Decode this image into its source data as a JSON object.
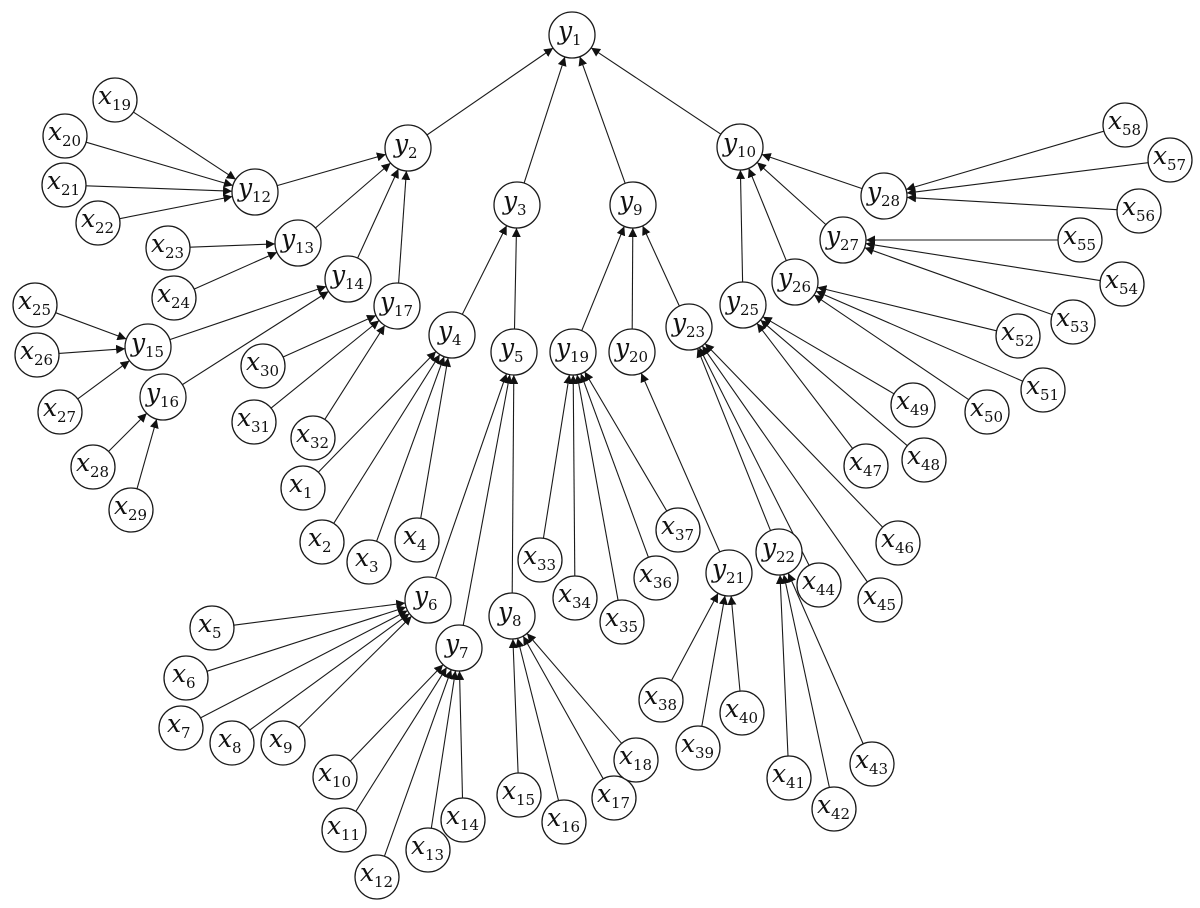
{
  "nodes": [
    {
      "id": "y1",
      "var": "y",
      "sub": "1"
    },
    {
      "id": "y2",
      "var": "y",
      "sub": "2"
    },
    {
      "id": "y3",
      "var": "y",
      "sub": "3"
    },
    {
      "id": "y4",
      "var": "y",
      "sub": "4"
    },
    {
      "id": "y5",
      "var": "y",
      "sub": "5"
    },
    {
      "id": "y6",
      "var": "y",
      "sub": "6"
    },
    {
      "id": "y7",
      "var": "y",
      "sub": "7"
    },
    {
      "id": "y8",
      "var": "y",
      "sub": "8"
    },
    {
      "id": "y9",
      "var": "y",
      "sub": "9"
    },
    {
      "id": "y10",
      "var": "y",
      "sub": "10"
    },
    {
      "id": "y12",
      "var": "y",
      "sub": "12"
    },
    {
      "id": "y13",
      "var": "y",
      "sub": "13"
    },
    {
      "id": "y14",
      "var": "y",
      "sub": "14"
    },
    {
      "id": "y15",
      "var": "y",
      "sub": "15"
    },
    {
      "id": "y16",
      "var": "y",
      "sub": "16"
    },
    {
      "id": "y17",
      "var": "y",
      "sub": "17"
    },
    {
      "id": "y19",
      "var": "y",
      "sub": "19"
    },
    {
      "id": "y20",
      "var": "y",
      "sub": "20"
    },
    {
      "id": "y21",
      "var": "y",
      "sub": "21"
    },
    {
      "id": "y22",
      "var": "y",
      "sub": "22"
    },
    {
      "id": "y23",
      "var": "y",
      "sub": "23"
    },
    {
      "id": "y25",
      "var": "y",
      "sub": "25"
    },
    {
      "id": "y26",
      "var": "y",
      "sub": "26"
    },
    {
      "id": "y27",
      "var": "y",
      "sub": "27"
    },
    {
      "id": "y28",
      "var": "y",
      "sub": "28"
    },
    {
      "id": "x1",
      "var": "x",
      "sub": "1"
    },
    {
      "id": "x2",
      "var": "x",
      "sub": "2"
    },
    {
      "id": "x3",
      "var": "x",
      "sub": "3"
    },
    {
      "id": "x4",
      "var": "x",
      "sub": "4"
    },
    {
      "id": "x5",
      "var": "x",
      "sub": "5"
    },
    {
      "id": "x6",
      "var": "x",
      "sub": "6"
    },
    {
      "id": "x7",
      "var": "x",
      "sub": "7"
    },
    {
      "id": "x8",
      "var": "x",
      "sub": "8"
    },
    {
      "id": "x9",
      "var": "x",
      "sub": "9"
    },
    {
      "id": "x10",
      "var": "x",
      "sub": "10"
    },
    {
      "id": "x11",
      "var": "x",
      "sub": "11"
    },
    {
      "id": "x12",
      "var": "x",
      "sub": "12"
    },
    {
      "id": "x13",
      "var": "x",
      "sub": "13"
    },
    {
      "id": "x14",
      "var": "x",
      "sub": "14"
    },
    {
      "id": "x15",
      "var": "x",
      "sub": "15"
    },
    {
      "id": "x16",
      "var": "x",
      "sub": "16"
    },
    {
      "id": "x17",
      "var": "x",
      "sub": "17"
    },
    {
      "id": "x18",
      "var": "x",
      "sub": "18"
    },
    {
      "id": "x19",
      "var": "x",
      "sub": "19"
    },
    {
      "id": "x20",
      "var": "x",
      "sub": "20"
    },
    {
      "id": "x21",
      "var": "x",
      "sub": "21"
    },
    {
      "id": "x22",
      "var": "x",
      "sub": "22"
    },
    {
      "id": "x23",
      "var": "x",
      "sub": "23"
    },
    {
      "id": "x24",
      "var": "x",
      "sub": "24"
    },
    {
      "id": "x25",
      "var": "x",
      "sub": "25"
    },
    {
      "id": "x26",
      "var": "x",
      "sub": "26"
    },
    {
      "id": "x27",
      "var": "x",
      "sub": "27"
    },
    {
      "id": "x28",
      "var": "x",
      "sub": "28"
    },
    {
      "id": "x29",
      "var": "x",
      "sub": "29"
    },
    {
      "id": "x30",
      "var": "x",
      "sub": "30"
    },
    {
      "id": "x31",
      "var": "x",
      "sub": "31"
    },
    {
      "id": "x32",
      "var": "x",
      "sub": "32"
    },
    {
      "id": "x33",
      "var": "x",
      "sub": "33"
    },
    {
      "id": "x34",
      "var": "x",
      "sub": "34"
    },
    {
      "id": "x35",
      "var": "x",
      "sub": "35"
    },
    {
      "id": "x36",
      "var": "x",
      "sub": "36"
    },
    {
      "id": "x37",
      "var": "x",
      "sub": "37"
    },
    {
      "id": "x38",
      "var": "x",
      "sub": "38"
    },
    {
      "id": "x39",
      "var": "x",
      "sub": "39"
    },
    {
      "id": "x40",
      "var": "x",
      "sub": "40"
    },
    {
      "id": "x41",
      "var": "x",
      "sub": "41"
    },
    {
      "id": "x42",
      "var": "x",
      "sub": "42"
    },
    {
      "id": "x43",
      "var": "x",
      "sub": "43"
    },
    {
      "id": "x44",
      "var": "x",
      "sub": "44"
    },
    {
      "id": "x45",
      "var": "x",
      "sub": "45"
    },
    {
      "id": "x46",
      "var": "x",
      "sub": "46"
    },
    {
      "id": "x47",
      "var": "x",
      "sub": "47"
    },
    {
      "id": "x48",
      "var": "x",
      "sub": "48"
    },
    {
      "id": "x49",
      "var": "x",
      "sub": "49"
    },
    {
      "id": "x50",
      "var": "x",
      "sub": "50"
    },
    {
      "id": "x51",
      "var": "x",
      "sub": "51"
    },
    {
      "id": "x52",
      "var": "x",
      "sub": "52"
    },
    {
      "id": "x53",
      "var": "x",
      "sub": "53"
    },
    {
      "id": "x54",
      "var": "x",
      "sub": "54"
    },
    {
      "id": "x55",
      "var": "x",
      "sub": "55"
    },
    {
      "id": "x56",
      "var": "x",
      "sub": "56"
    },
    {
      "id": "x57",
      "var": "x",
      "sub": "57"
    },
    {
      "id": "x58",
      "var": "x",
      "sub": "58"
    }
  ],
  "edges": [
    {
      "from": "y2",
      "to": "y1"
    },
    {
      "from": "y3",
      "to": "y1"
    },
    {
      "from": "y9",
      "to": "y1"
    },
    {
      "from": "y10",
      "to": "y1"
    },
    {
      "from": "y12",
      "to": "y2"
    },
    {
      "from": "y13",
      "to": "y2"
    },
    {
      "from": "y14",
      "to": "y2"
    },
    {
      "from": "y17",
      "to": "y2"
    },
    {
      "from": "x19",
      "to": "y12"
    },
    {
      "from": "x20",
      "to": "y12"
    },
    {
      "from": "x21",
      "to": "y12"
    },
    {
      "from": "x22",
      "to": "y12"
    },
    {
      "from": "x23",
      "to": "y13"
    },
    {
      "from": "x24",
      "to": "y13"
    },
    {
      "from": "y15",
      "to": "y14"
    },
    {
      "from": "y16",
      "to": "y14"
    },
    {
      "from": "x25",
      "to": "y15"
    },
    {
      "from": "x26",
      "to": "y15"
    },
    {
      "from": "x27",
      "to": "y15"
    },
    {
      "from": "x28",
      "to": "y16"
    },
    {
      "from": "x29",
      "to": "y16"
    },
    {
      "from": "x30",
      "to": "y17"
    },
    {
      "from": "x31",
      "to": "y17"
    },
    {
      "from": "x32",
      "to": "y17"
    },
    {
      "from": "y4",
      "to": "y3"
    },
    {
      "from": "y5",
      "to": "y3"
    },
    {
      "from": "x1",
      "to": "y4"
    },
    {
      "from": "x2",
      "to": "y4"
    },
    {
      "from": "x3",
      "to": "y4"
    },
    {
      "from": "x4",
      "to": "y4"
    },
    {
      "from": "y6",
      "to": "y5"
    },
    {
      "from": "y7",
      "to": "y5"
    },
    {
      "from": "y8",
      "to": "y5"
    },
    {
      "from": "x5",
      "to": "y6"
    },
    {
      "from": "x6",
      "to": "y6"
    },
    {
      "from": "x7",
      "to": "y6"
    },
    {
      "from": "x8",
      "to": "y6"
    },
    {
      "from": "x9",
      "to": "y6"
    },
    {
      "from": "x10",
      "to": "y7"
    },
    {
      "from": "x11",
      "to": "y7"
    },
    {
      "from": "x12",
      "to": "y7"
    },
    {
      "from": "x13",
      "to": "y7"
    },
    {
      "from": "x14",
      "to": "y7"
    },
    {
      "from": "x15",
      "to": "y8"
    },
    {
      "from": "x16",
      "to": "y8"
    },
    {
      "from": "x17",
      "to": "y8"
    },
    {
      "from": "x18",
      "to": "y8"
    },
    {
      "from": "y19",
      "to": "y9"
    },
    {
      "from": "y20",
      "to": "y9"
    },
    {
      "from": "y23",
      "to": "y9"
    },
    {
      "from": "x33",
      "to": "y19"
    },
    {
      "from": "x34",
      "to": "y19"
    },
    {
      "from": "x35",
      "to": "y19"
    },
    {
      "from": "x36",
      "to": "y19"
    },
    {
      "from": "x37",
      "to": "y19"
    },
    {
      "from": "y21",
      "to": "y20"
    },
    {
      "from": "x38",
      "to": "y21"
    },
    {
      "from": "x39",
      "to": "y21"
    },
    {
      "from": "x40",
      "to": "y21"
    },
    {
      "from": "y22",
      "to": "y23"
    },
    {
      "from": "x44",
      "to": "y23"
    },
    {
      "from": "x45",
      "to": "y23"
    },
    {
      "from": "x46",
      "to": "y23"
    },
    {
      "from": "x41",
      "to": "y22"
    },
    {
      "from": "x42",
      "to": "y22"
    },
    {
      "from": "x43",
      "to": "y22"
    },
    {
      "from": "y25",
      "to": "y10"
    },
    {
      "from": "y26",
      "to": "y10"
    },
    {
      "from": "y27",
      "to": "y10"
    },
    {
      "from": "y28",
      "to": "y10"
    },
    {
      "from": "x47",
      "to": "y25"
    },
    {
      "from": "x48",
      "to": "y25"
    },
    {
      "from": "x49",
      "to": "y25"
    },
    {
      "from": "x50",
      "to": "y26"
    },
    {
      "from": "x51",
      "to": "y26"
    },
    {
      "from": "x52",
      "to": "y26"
    },
    {
      "from": "x53",
      "to": "y27"
    },
    {
      "from": "x54",
      "to": "y27"
    },
    {
      "from": "x55",
      "to": "y27"
    },
    {
      "from": "x56",
      "to": "y28"
    },
    {
      "from": "x57",
      "to": "y28"
    },
    {
      "from": "x58",
      "to": "y28"
    }
  ]
}
